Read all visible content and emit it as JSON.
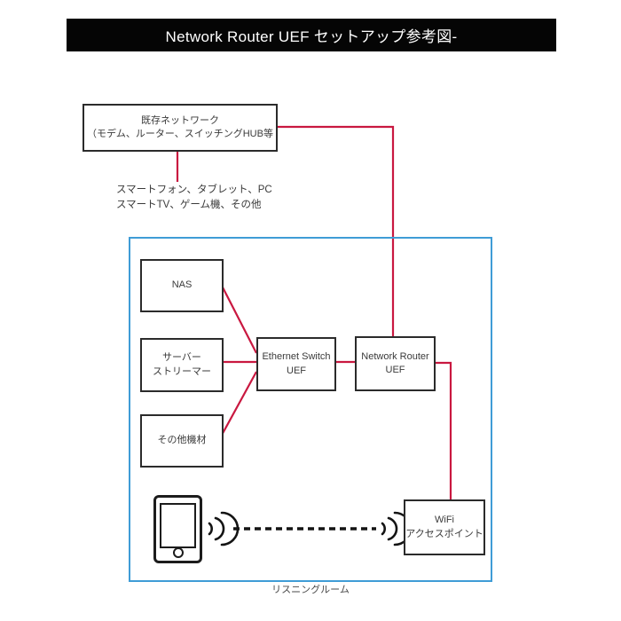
{
  "title": "Network Router UEF セットアップ参考図-",
  "colors": {
    "title_bg": "#050505",
    "title_fg": "#ffffff",
    "connection_red": "#c91840",
    "room_blue": "#3f9cd6",
    "box_border": "#2b2b2b"
  },
  "nodes": {
    "existing_network": {
      "line1": "既存ネットワーク",
      "line2": "（モデム、ルーター、スイッチングHUB等"
    },
    "devices_note": {
      "line1": "スマートフォン、タブレット、PC",
      "line2": "スマートTV、ゲーム機、その他"
    },
    "nas": {
      "label": "NAS"
    },
    "server": {
      "line1": "サーバー",
      "line2": "ストリーマー"
    },
    "other": {
      "label": "その他機材"
    },
    "ethernet_switch": {
      "line1": "Ethernet Switch",
      "line2": "UEF"
    },
    "network_router": {
      "line1": "Network Router",
      "line2": "UEF"
    },
    "wifi_ap": {
      "line1": "WiFi",
      "line2": "アクセスポイント"
    }
  },
  "room_label": "リスニングルーム"
}
